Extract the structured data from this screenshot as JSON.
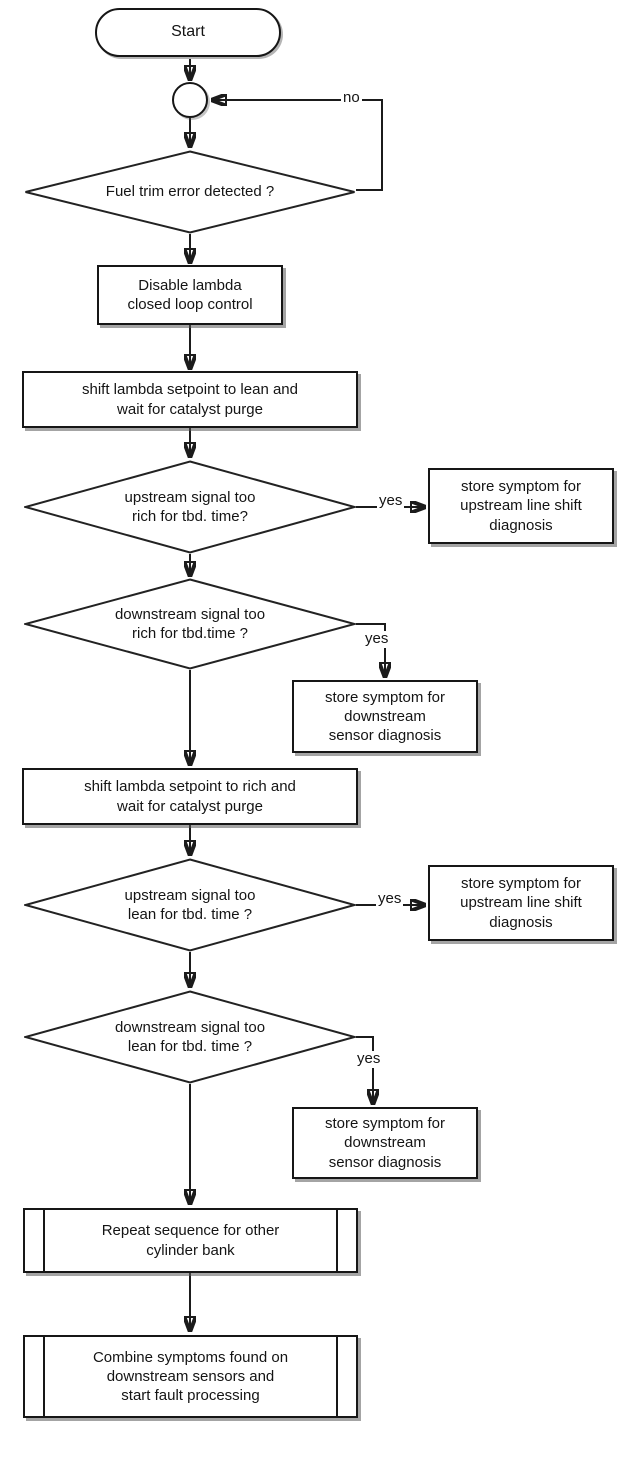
{
  "colors": {
    "background": "#ffffff",
    "line": "#1b1b1b",
    "text": "#141414"
  },
  "nodes": {
    "start": "Start",
    "fuel_trim": "Fuel trim error detected ?",
    "disable": "Disable lambda\nclosed loop control",
    "shift_lean": "shift lambda setpoint to lean and\nwait for catalyst purge",
    "up_rich": "upstream signal too\nrich for tbd. time?",
    "store_up_1": "store symptom for\nupstream line shift\ndiagnosis",
    "down_rich": "downstream signal too\nrich for tbd.time ?",
    "store_down_1": "store symptom for\ndownstream\nsensor diagnosis",
    "shift_rich": "shift lambda setpoint to rich and\nwait for catalyst purge",
    "up_lean": "upstream signal too\nlean for tbd. time ?",
    "store_up_2": "store symptom for\nupstream line shift\ndiagnosis",
    "down_lean": "downstream signal too\nlean for tbd. time ?",
    "store_down_2": "store symptom for\ndownstream\nsensor diagnosis",
    "repeat_bank": "Repeat sequence for other\ncylinder bank",
    "combine": "Combine symptoms found on\ndownstream sensors and\nstart fault processing"
  },
  "edge_labels": {
    "no_loop": "no",
    "yes_upstream_rich": "yes",
    "yes_downstream_rich": "yes",
    "yes_upstream_lean": "yes",
    "yes_downstream_lean": "yes"
  }
}
